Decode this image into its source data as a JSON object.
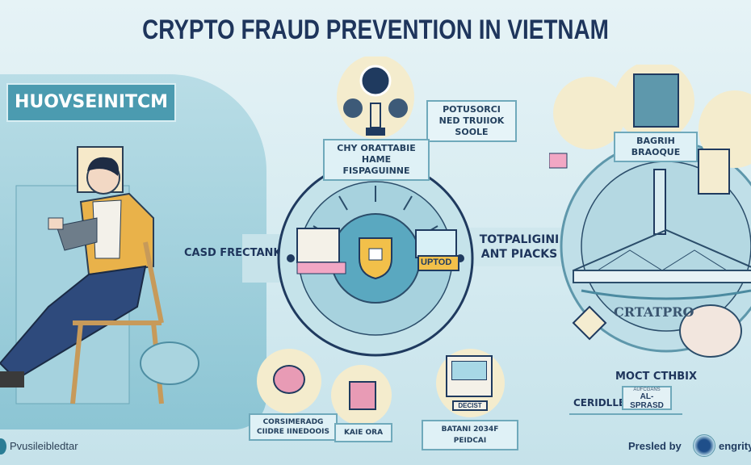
{
  "title": "CRYPTO FRAUD PREVENTION IN VIETNAM",
  "left_panel": {
    "banner": "HUOVSEINITCM"
  },
  "center": {
    "top_label": "POTUSORCI NED TRUIIOK SOOLE",
    "hub_label": "CHY ORATTABIE HAME FISPAGUINNE",
    "left_text": "CASD FRECTANK",
    "right_text": "TOTPALIGINI ANT PIACKS",
    "screen_tag": "UPTOD"
  },
  "bottom_items": [
    {
      "label": "CORSIMERADG CIIDRE IINEDOOIS"
    },
    {
      "label": "KAIE ORA"
    },
    {
      "label": "BATANI 2034F PEIDCAI",
      "screen_tag": "DECIST"
    }
  ],
  "right": {
    "top_label": "BAGRIH BRAOQUE",
    "arc_text": "CRTATPRO",
    "caption": "MOCT CTHBIX",
    "sub_left": "CERIDLLE",
    "sub_box_small": "AUFCGANS",
    "sub_box": "AL-SPRASD"
  },
  "footer": {
    "left_text": "Pvusileibledtar",
    "presented_by": "Presled by",
    "brand": "engrity"
  }
}
